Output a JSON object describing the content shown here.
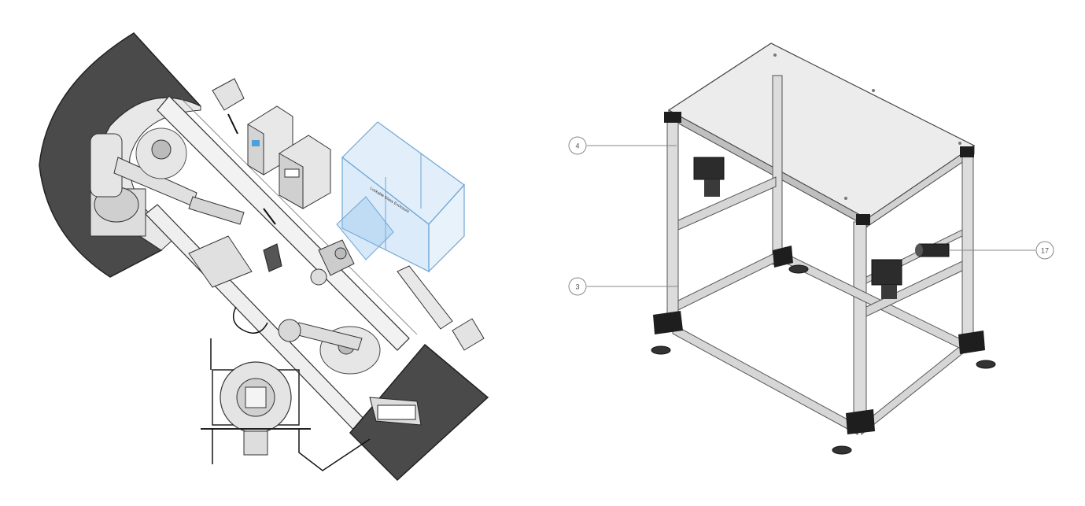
{
  "left_figure": {
    "enclosure_label": "Lockable Glass Enclosure"
  },
  "right_figure": {
    "callouts": [
      {
        "id": "callout-4",
        "label": "4"
      },
      {
        "id": "callout-3",
        "label": "3"
      },
      {
        "id": "callout-17",
        "label": "17"
      }
    ]
  }
}
